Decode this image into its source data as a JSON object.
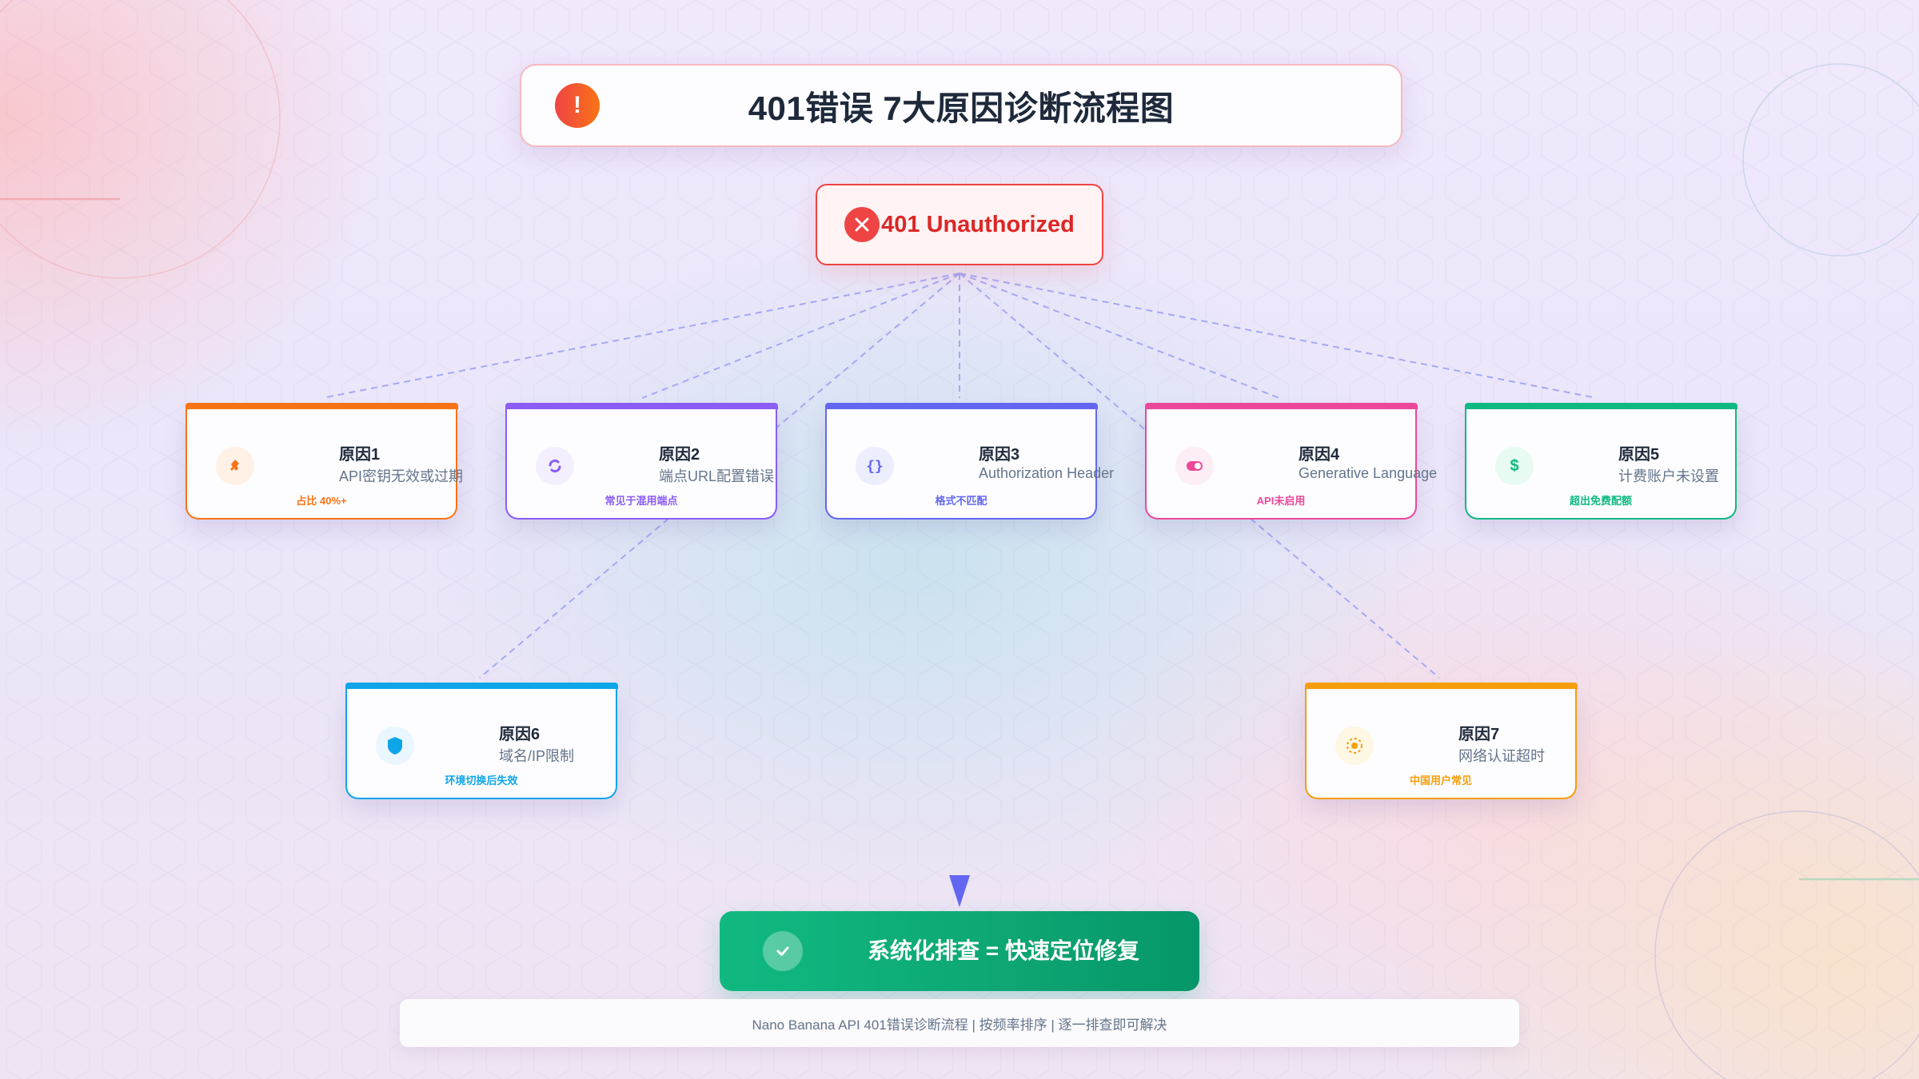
{
  "header": {
    "icon": "alert-exclamation-icon",
    "icon_glyph": "!",
    "title": "401错误 7大原因诊断流程图"
  },
  "root": {
    "icon": "error-x-icon",
    "label": "401 Unauthorized",
    "color": "#dc2626"
  },
  "causes": [
    {
      "title": "原因1",
      "description": "API密钥无效或过期",
      "tag": "占比 40%+",
      "icon": "key-icon",
      "color": "#f97316",
      "bg": "#fff1e6"
    },
    {
      "title": "原因2",
      "description": "端点URL配置错误",
      "tag": "常见于混用端点",
      "icon": "refresh-icon",
      "color": "#8b5cf6",
      "bg": "#f3effe"
    },
    {
      "title": "原因3",
      "description": "Authorization Header",
      "tag": "格式不匹配",
      "icon": "code-braces-icon",
      "icon_glyph": "{}",
      "color": "#6366f1",
      "bg": "#eceefe"
    },
    {
      "title": "原因4",
      "description": "Generative Language",
      "tag": "API未启用",
      "icon": "toggle-icon",
      "color": "#ec4899",
      "bg": "#fdeef6"
    },
    {
      "title": "原因5",
      "description": "计费账户未设置",
      "tag": "超出免费配额",
      "icon": "dollar-icon",
      "icon_glyph": "$",
      "color": "#10b981",
      "bg": "#e7fbf2"
    },
    {
      "title": "原因6",
      "description": "域名/IP限制",
      "tag": "环境切换后失效",
      "icon": "shield-icon",
      "color": "#0ea5e9",
      "bg": "#eaf6fe"
    },
    {
      "title": "原因7",
      "description": "网络认证超时",
      "tag": "中国用户常见",
      "icon": "network-signal-icon",
      "color": "#f59e0b",
      "bg": "#fef7e4"
    }
  ],
  "connector_color": "#a5a8f5",
  "arrow_color": "#6366f1",
  "result": {
    "icon": "check-icon",
    "label": "系统化排查 = 快速定位修复",
    "color": "#10b981"
  },
  "footer": {
    "text": "Nano Banana API 401错误诊断流程 | 按频率排序 | 逐一排查即可解决"
  }
}
